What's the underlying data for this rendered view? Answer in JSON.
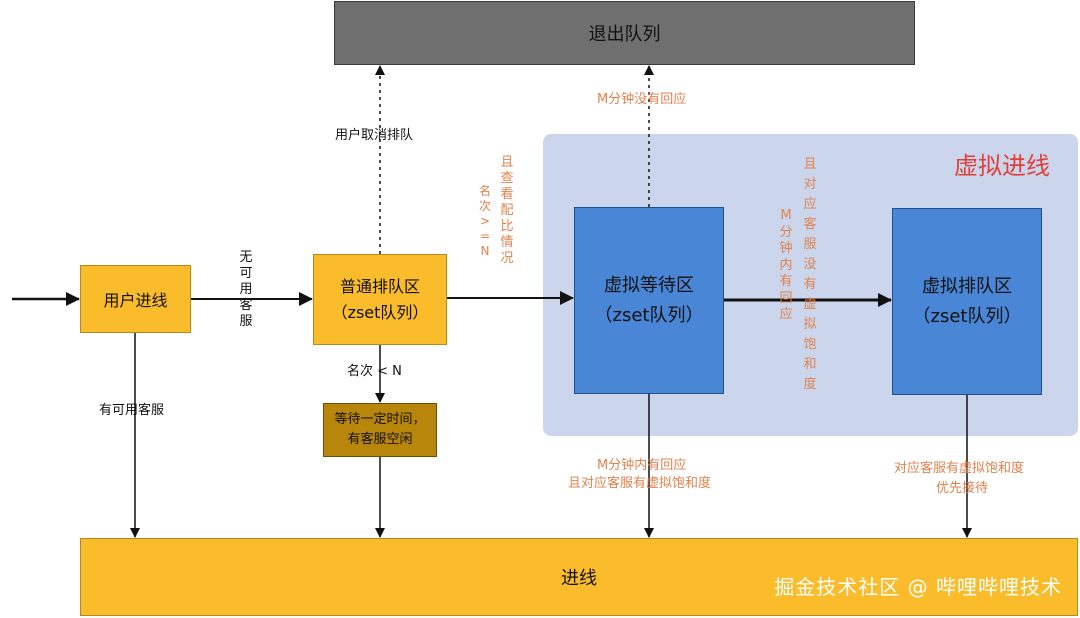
{
  "boxes": {
    "exit_queue": "退出队列",
    "user_online": "用户进线",
    "normal_queue": "普通排队区\n（zset队列）",
    "wait_box": "等待一定时间，\n有客服空闲",
    "virtual_wait": "虚拟等待区\n（zset队列）",
    "virtual_queue": "虚拟排队区\n（zset队列）",
    "online": "进线"
  },
  "region_title": "虚拟进线",
  "labels": {
    "no_service": "无\n可\n用\n客\n服",
    "has_service": "有可用客服",
    "user_cancel": "用户取消排队",
    "rank_lt_n": "名次 < N",
    "rank_ge_n": "名\n次\n>\n=\nN",
    "check_ratio": "且\n查\n看\n配\n比\n情\n况",
    "m_no_response": "M分钟没有回应",
    "m_min_respond": "M\n分\n钟\n内\n有\n回\n应",
    "and_saturation": "且\n对\n应\n客\n服\n没\n有\n虚\n拟\n饱\n和\n度",
    "m_respond_line1": "M分钟内有回应",
    "m_respond_line2": "且对应客服有虚拟饱和度",
    "priority_line1": "对应客服有虚拟饱和度",
    "priority_line2": "优先接待"
  },
  "watermark": "掘金技术社区 @ 哔哩哔哩技术",
  "colors": {
    "yellow": "#fbbc2b",
    "blue": "#4a86d6",
    "gray": "#6f6f6f",
    "olive": "#b8860b",
    "region": "#cbd5ec",
    "orange_text": "#e0834e",
    "red_title": "#e0403a"
  }
}
